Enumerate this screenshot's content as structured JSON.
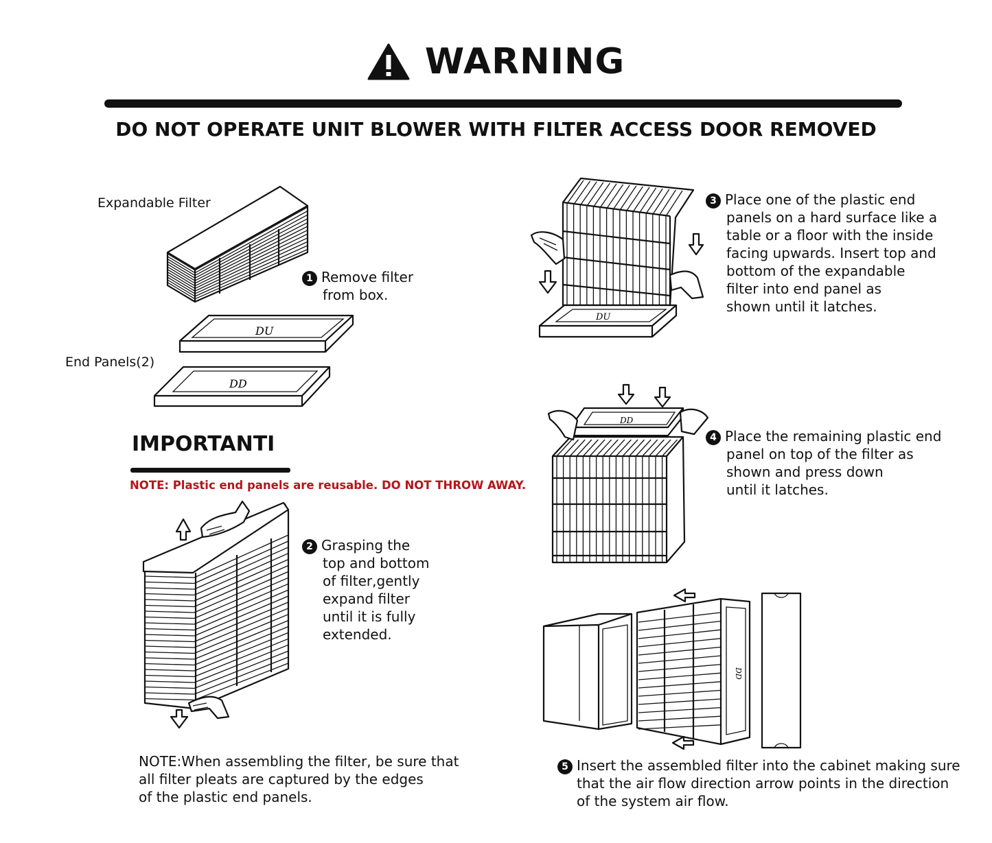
{
  "header": {
    "title": "WARNING",
    "subtitle": "DO NOT OPERATE UNIT BLOWER WITH FILTER ACCESS DOOR REMOVED"
  },
  "labels": {
    "expandable_filter": "Expandable Filter",
    "end_panels": "End Panels(2)",
    "panel_marking": "DU"
  },
  "important": {
    "heading": "IMPORTANTI",
    "note": "NOTE: Plastic end panels are reusable. DO NOT THROW AWAY."
  },
  "steps": [
    {
      "num": "1",
      "lines": [
        "Remove filter",
        "from box."
      ]
    },
    {
      "num": "2",
      "lines": [
        "Grasping the",
        "top and bottom",
        "of filter,gently",
        "expand filter",
        "until it is fully",
        "extended."
      ]
    },
    {
      "num": "3",
      "lines": [
        "Place one of the plastic end",
        "panels on a hard surface like a",
        "table or a floor with the inside",
        "facing upwards. Insert top and",
        "bottom of the expandable",
        "filter into end panel as",
        "shown until it latches."
      ]
    },
    {
      "num": "4",
      "lines": [
        "Place the remaining plastic end",
        "panel on top of the filter as",
        "shown and press down",
        "until it latches."
      ]
    },
    {
      "num": "5",
      "lines": [
        "Insert the assembled filter into the cabinet making sure",
        "that the air flow direction arrow points in the direction",
        "of the system air flow."
      ]
    }
  ],
  "bottom_note": {
    "lines": [
      "NOTE:When assembling the filter, be sure that",
      "all filter pleats are captured by the edges",
      "of the plastic end panels."
    ]
  },
  "icons": [
    "warning-triangle-icon",
    "hand-icon",
    "arrow-icon"
  ]
}
